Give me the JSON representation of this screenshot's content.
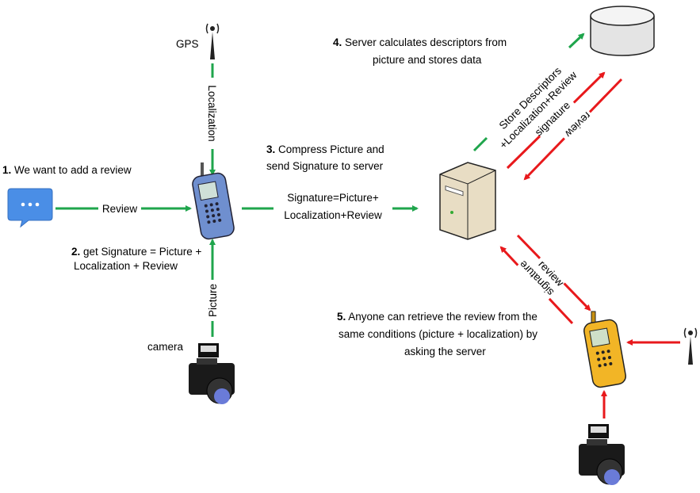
{
  "colors": {
    "green": "#1fa54c",
    "red": "#e8191c",
    "phone_blue": "#6f8fcf",
    "phone_yellow": "#f2b526",
    "chat_blue": "#4a8ee6"
  },
  "steps": [
    {
      "num": "1.",
      "lines": [
        "We want to add a review"
      ]
    },
    {
      "num": "2.",
      "lines": [
        "get Signature = Picture +",
        "Localization + Review"
      ]
    },
    {
      "num": "3.",
      "lines": [
        "Compress Picture and",
        "send Signature to server"
      ]
    },
    {
      "num": "4.",
      "lines": [
        "Server calculates descriptors from",
        "picture and stores data"
      ]
    },
    {
      "num": "5.",
      "lines": [
        "Anyone can retrieve the review from the",
        "same conditions (picture + localization) by",
        "asking the server"
      ]
    }
  ],
  "labels": {
    "gps": "GPS",
    "camera": "camera",
    "review_arrow": "Review",
    "localization_arrow": "Localization",
    "picture_arrow": "Picture",
    "signature_to_server": [
      "Signature=Picture+",
      "Localization+Review"
    ],
    "store_descriptors": [
      "Store Descriptors",
      "+Localization+Review"
    ],
    "signature_up": "signature",
    "review_down": "review",
    "review_to_client": "review",
    "signature_from_client": "signature"
  }
}
